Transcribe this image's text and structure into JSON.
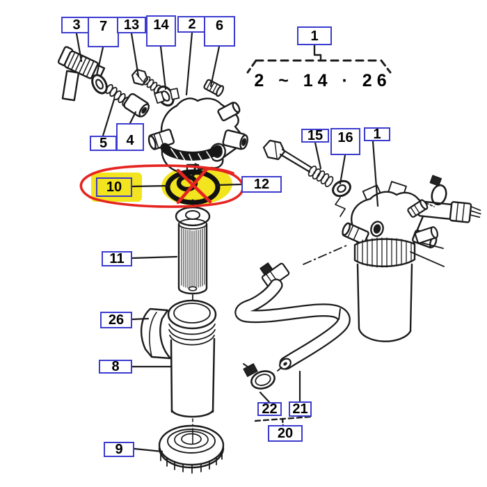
{
  "diagram": {
    "kind": "exploded-parts-diagram",
    "subject": "fuel filter assembly",
    "assembly_note": {
      "box_label": "1",
      "range_text": "2 ~ 14 · 26"
    },
    "callouts": [
      {
        "label": "3"
      },
      {
        "label": "7"
      },
      {
        "label": "13"
      },
      {
        "label": "14"
      },
      {
        "label": "2"
      },
      {
        "label": "6"
      },
      {
        "label": "1"
      },
      {
        "label": "5"
      },
      {
        "label": "4"
      },
      {
        "label": "10",
        "highlighted": true
      },
      {
        "label": "12"
      },
      {
        "label": "15"
      },
      {
        "label": "16"
      },
      {
        "label": "1"
      },
      {
        "label": "11"
      },
      {
        "label": "26"
      },
      {
        "label": "8"
      },
      {
        "label": "9"
      },
      {
        "label": "22"
      },
      {
        "label": "21"
      },
      {
        "label": "20"
      }
    ],
    "highlight": {
      "part_label": "10",
      "marks": [
        "yellow-highlighter",
        "red-circle",
        "red-x"
      ]
    },
    "colors": {
      "callout_border": "#3b3bcf",
      "highlight_yellow": "#f2e41f",
      "annotation_red": "#e62420",
      "line_art": "#1b1b1b",
      "background": "#ffffff"
    }
  }
}
